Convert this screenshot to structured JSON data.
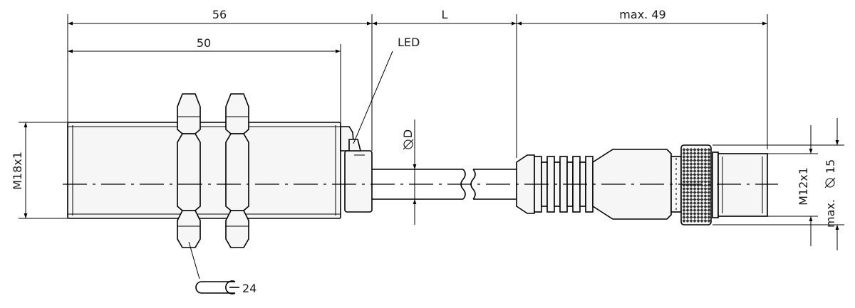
{
  "dimensions": {
    "overall_length": "56",
    "thread_length": "50",
    "cable_length": "L",
    "connector_length": "max. 49",
    "housing_thread": "M18x1",
    "cable_diameter": "D",
    "connector_thread": "M12x1",
    "connector_diameter": "15",
    "connector_diameter_prefix": "max.",
    "wrench_size": "24"
  },
  "labels": {
    "led": "LED"
  },
  "icons": {
    "diameter_symbol": "diameter-icon",
    "wrench_symbol": "open-wrench-icon"
  }
}
